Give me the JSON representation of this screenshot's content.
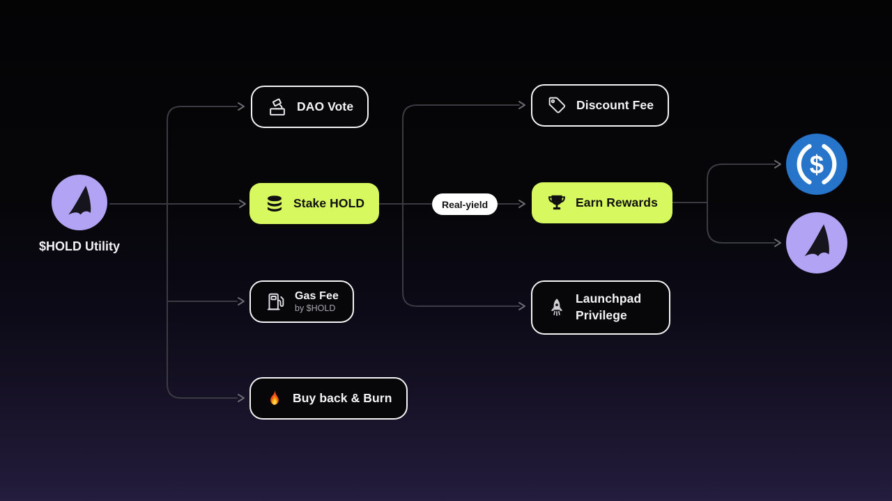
{
  "source": {
    "label": "$HOLD Utility"
  },
  "nodes": {
    "dao_vote": {
      "label": "DAO Vote"
    },
    "stake_hold": {
      "label": "Stake HOLD"
    },
    "gas_fee": {
      "label": "Gas Fee",
      "sublabel": "by $HOLD"
    },
    "buy_back_burn": {
      "label": "Buy back & Burn"
    },
    "discount_fee": {
      "label": "Discount Fee"
    },
    "earn_rewards": {
      "label": "Earn Rewards"
    },
    "launchpad_privilege": {
      "label": "Launchpad Privilege"
    }
  },
  "edge_labels": {
    "real_yield": "Real-yield"
  },
  "tokens": {
    "usdc": {
      "symbol": "$"
    }
  },
  "colors": {
    "lime": "#d7f85e",
    "purple": "#b3a3f5",
    "usdc_blue": "#2775ca",
    "fin_dark": "#16141d",
    "connector": "#3b3b43",
    "arrow": "#6b6b73",
    "node_border": "#f5f5f5"
  }
}
